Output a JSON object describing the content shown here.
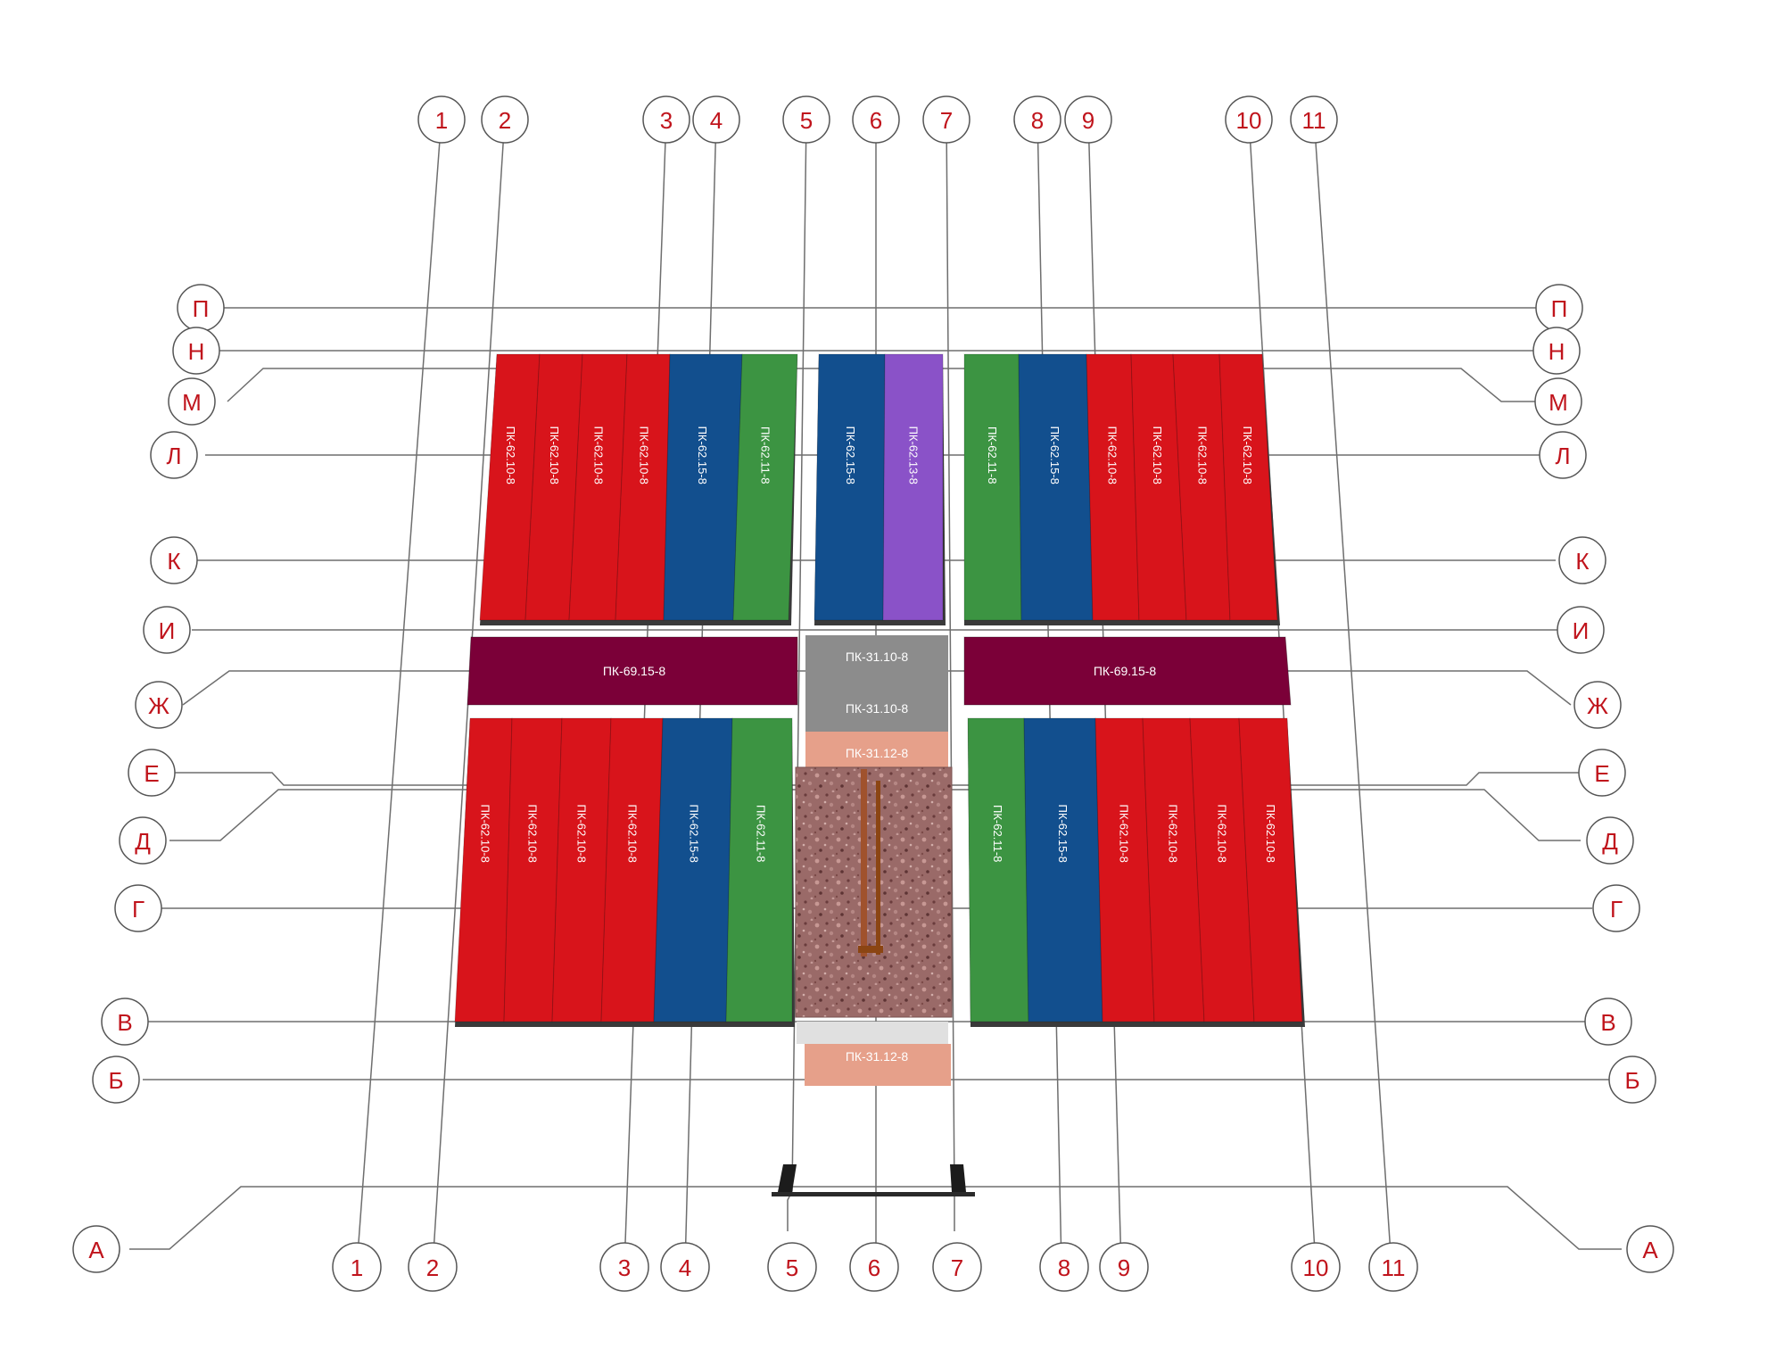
{
  "colors": {
    "red": "#d8141b",
    "blue": "#124f8e",
    "green": "#3c9442",
    "purple": "#8a52c8",
    "maroon": "#7b0038",
    "gray": "#8c8c8c",
    "salmon": "#e6a08a",
    "granite": "#9a6a68",
    "bubble_text": "#c0141c"
  },
  "axes": {
    "numeric": [
      "1",
      "2",
      "3",
      "4",
      "5",
      "6",
      "7",
      "8",
      "9",
      "10",
      "11"
    ],
    "letter": [
      "П",
      "Н",
      "М",
      "Л",
      "К",
      "И",
      "Ж",
      "Е",
      "Д",
      "Г",
      "В",
      "Б",
      "А"
    ]
  },
  "panels": {
    "top_left": [
      "ПК-62.10-8",
      "ПК-62.10-8",
      "ПК-62.10-8",
      "ПК-62.10-8",
      "ПК-62.15-8",
      "ПК-62.11-8"
    ],
    "top_center": [
      "ПК-62.15-8",
      "ПК-62.13-8"
    ],
    "top_right": [
      "ПК-62.11-8",
      "ПК-62.15-8",
      "ПК-62.10-8",
      "ПК-62.10-8",
      "ПК-62.10-8",
      "ПК-62.10-8"
    ],
    "mid_left": "ПК-69.15-8",
    "mid_right": "ПК-69.15-8",
    "mid_center": [
      "ПК-31.10-8",
      "ПК-31.10-8",
      "ПК-31.12-8"
    ],
    "bottom_left": [
      "ПК-62.10-8",
      "ПК-62.10-8",
      "ПК-62.10-8",
      "ПК-62.10-8",
      "ПК-62.15-8",
      "ПК-62.11-8"
    ],
    "bottom_right": [
      "ПК-62.11-8",
      "ПК-62.15-8",
      "ПК-62.10-8",
      "ПК-62.10-8",
      "ПК-62.10-8",
      "ПК-62.10-8"
    ],
    "bottom_center": "ПК-31.12-8"
  }
}
